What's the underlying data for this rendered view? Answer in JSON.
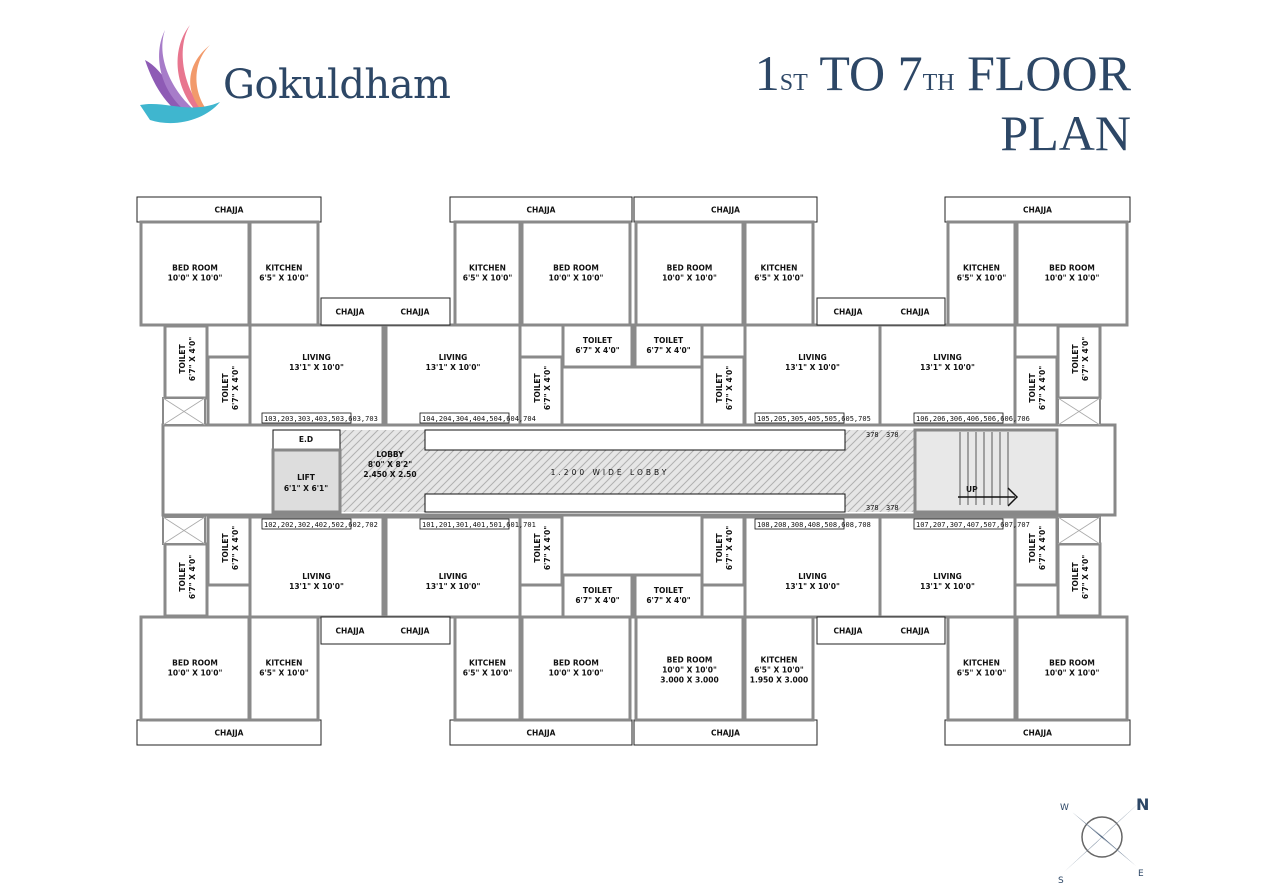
{
  "brand": {
    "name": "Gokuldham",
    "colors": [
      "#8e5bb5",
      "#e8768f",
      "#f29a6b",
      "#3fb6cf"
    ]
  },
  "title": {
    "line1": [
      {
        "t": "1",
        "sup": false
      },
      {
        "t": "ST",
        "sup": true
      },
      {
        "t": " TO 7",
        "sup": false
      },
      {
        "t": "TH",
        "sup": true
      },
      {
        "t": " FLOOR",
        "sup": false
      }
    ],
    "line2": "PLAN",
    "color": "#2d4766"
  },
  "plan": {
    "top_units": [
      {
        "number": "103,203,303,403,503,603,703",
        "rooms": [
          {
            "name": "CHAJJA",
            "size": ""
          },
          {
            "name": "BED ROOM",
            "size": "10'0\" X 10'0\""
          },
          {
            "name": "KITCHEN",
            "size": "6'5\" X 10'0\""
          },
          {
            "name": "TOILET",
            "size": "6'7\" X 4'0\""
          },
          {
            "name": "TOILET",
            "size": "6'7\" X 4'0\""
          },
          {
            "name": "LIVING",
            "size": "13'1\" X 10'0\""
          }
        ]
      },
      {
        "number": "104,204,304,404,504,604,704",
        "rooms": [
          {
            "name": "CHAJJA",
            "size": ""
          },
          {
            "name": "BED ROOM",
            "size": "10'0\" X 10'0\""
          },
          {
            "name": "KITCHEN",
            "size": "6'5\" X 10'0\""
          },
          {
            "name": "TOILET",
            "size": "6'7\" X 4'0\""
          },
          {
            "name": "TOILET",
            "size": "6'7\" X 4'0\""
          },
          {
            "name": "LIVING",
            "size": "13'1\" X 10'0\""
          }
        ]
      },
      {
        "number": "105,205,305,405,505,605,705",
        "rooms": [
          {
            "name": "CHAJJA",
            "size": ""
          },
          {
            "name": "BED ROOM",
            "size": "10'0\" X 10'0\""
          },
          {
            "name": "KITCHEN",
            "size": "6'5\" X 10'0\""
          },
          {
            "name": "TOILET",
            "size": "6'7\" X 4'0\""
          },
          {
            "name": "TOILET",
            "size": "6'7\" X 4'0\""
          },
          {
            "name": "LIVING",
            "size": "13'1\" X 10'0\""
          }
        ]
      },
      {
        "number": "106,206,306,406,506,606,706",
        "rooms": [
          {
            "name": "CHAJJA",
            "size": ""
          },
          {
            "name": "BED ROOM",
            "size": "10'0\" X 10'0\""
          },
          {
            "name": "KITCHEN",
            "size": "6'5\" X 10'0\""
          },
          {
            "name": "TOILET",
            "size": "6'7\" X 4'0\""
          },
          {
            "name": "TOILET",
            "size": "6'7\" X 4'0\""
          },
          {
            "name": "LIVING",
            "size": "13'1\" X 10'0\""
          }
        ]
      }
    ],
    "bottom_units": [
      {
        "number": "102,202,302,402,502,602,702",
        "rooms": [
          {
            "name": "CHAJJA",
            "size": ""
          },
          {
            "name": "BED ROOM",
            "size": "10'0\" X 10'0\""
          },
          {
            "name": "KITCHEN",
            "size": "6'5\" X 10'0\""
          },
          {
            "name": "TOILET",
            "size": "6'7\" X 4'0\""
          },
          {
            "name": "TOILET",
            "size": "6'7\" X 4'0\""
          },
          {
            "name": "LIVING",
            "size": "13'1\" X 10'0\""
          }
        ]
      },
      {
        "number": "101,201,301,401,501,601,701",
        "rooms": [
          {
            "name": "CHAJJA",
            "size": ""
          },
          {
            "name": "BED ROOM",
            "size": "10'0\" X 10'0\""
          },
          {
            "name": "KITCHEN",
            "size": "6'5\" X 10'0\""
          },
          {
            "name": "TOILET",
            "size": "6'7\" X 4'0\""
          },
          {
            "name": "TOILET",
            "size": "6'7\" X 4'0\""
          },
          {
            "name": "LIVING",
            "size": "13'1\" X 10'0\""
          }
        ]
      },
      {
        "number": "108,208,308,408,508,608,708",
        "rooms": [
          {
            "name": "CHAJJA",
            "size": ""
          },
          {
            "name": "BED ROOM",
            "size": "10'0\" X 10'0\"",
            "metric": "3.000 X 3.000"
          },
          {
            "name": "KITCHEN",
            "size": "6'5\" X 10'0\"",
            "metric": "1.950 X 3.000"
          },
          {
            "name": "TOILET",
            "size": "6'7\" X 4'0\""
          },
          {
            "name": "TOILET",
            "size": "6'7\" X 4'0\""
          },
          {
            "name": "LIVING",
            "size": "13'1\" X 10'0\""
          }
        ]
      },
      {
        "number": "107,207,307,407,507,607,707",
        "rooms": [
          {
            "name": "CHAJJA",
            "size": ""
          },
          {
            "name": "BED ROOM",
            "size": "10'0\" X 10'0\""
          },
          {
            "name": "KITCHEN",
            "size": "6'5\" X 10'0\""
          },
          {
            "name": "TOILET",
            "size": "6'7\" X 4'0\""
          },
          {
            "name": "TOILET",
            "size": "6'7\" X 4'0\""
          },
          {
            "name": "LIVING",
            "size": "13'1\" X 10'0\""
          }
        ]
      }
    ],
    "mid_chajja_label": "CHAJJA",
    "ed_label": "E.D",
    "lift": {
      "name": "LIFT",
      "size": "6'1\" X 6'1\""
    },
    "lobby": {
      "name": "LOBBY",
      "size": "8'0\" X 8'2\"",
      "metric": "2.450 X 2.50"
    },
    "corridor_label": "1.200 WIDE LOBBY",
    "stair_label": "UP",
    "level_marks": [
      "378",
      "378"
    ]
  },
  "compass": {
    "n": "N",
    "e": "E",
    "s": "S",
    "w": "W",
    "colors": {
      "dark": "#2d4766",
      "light": "#b8c0cc"
    }
  }
}
